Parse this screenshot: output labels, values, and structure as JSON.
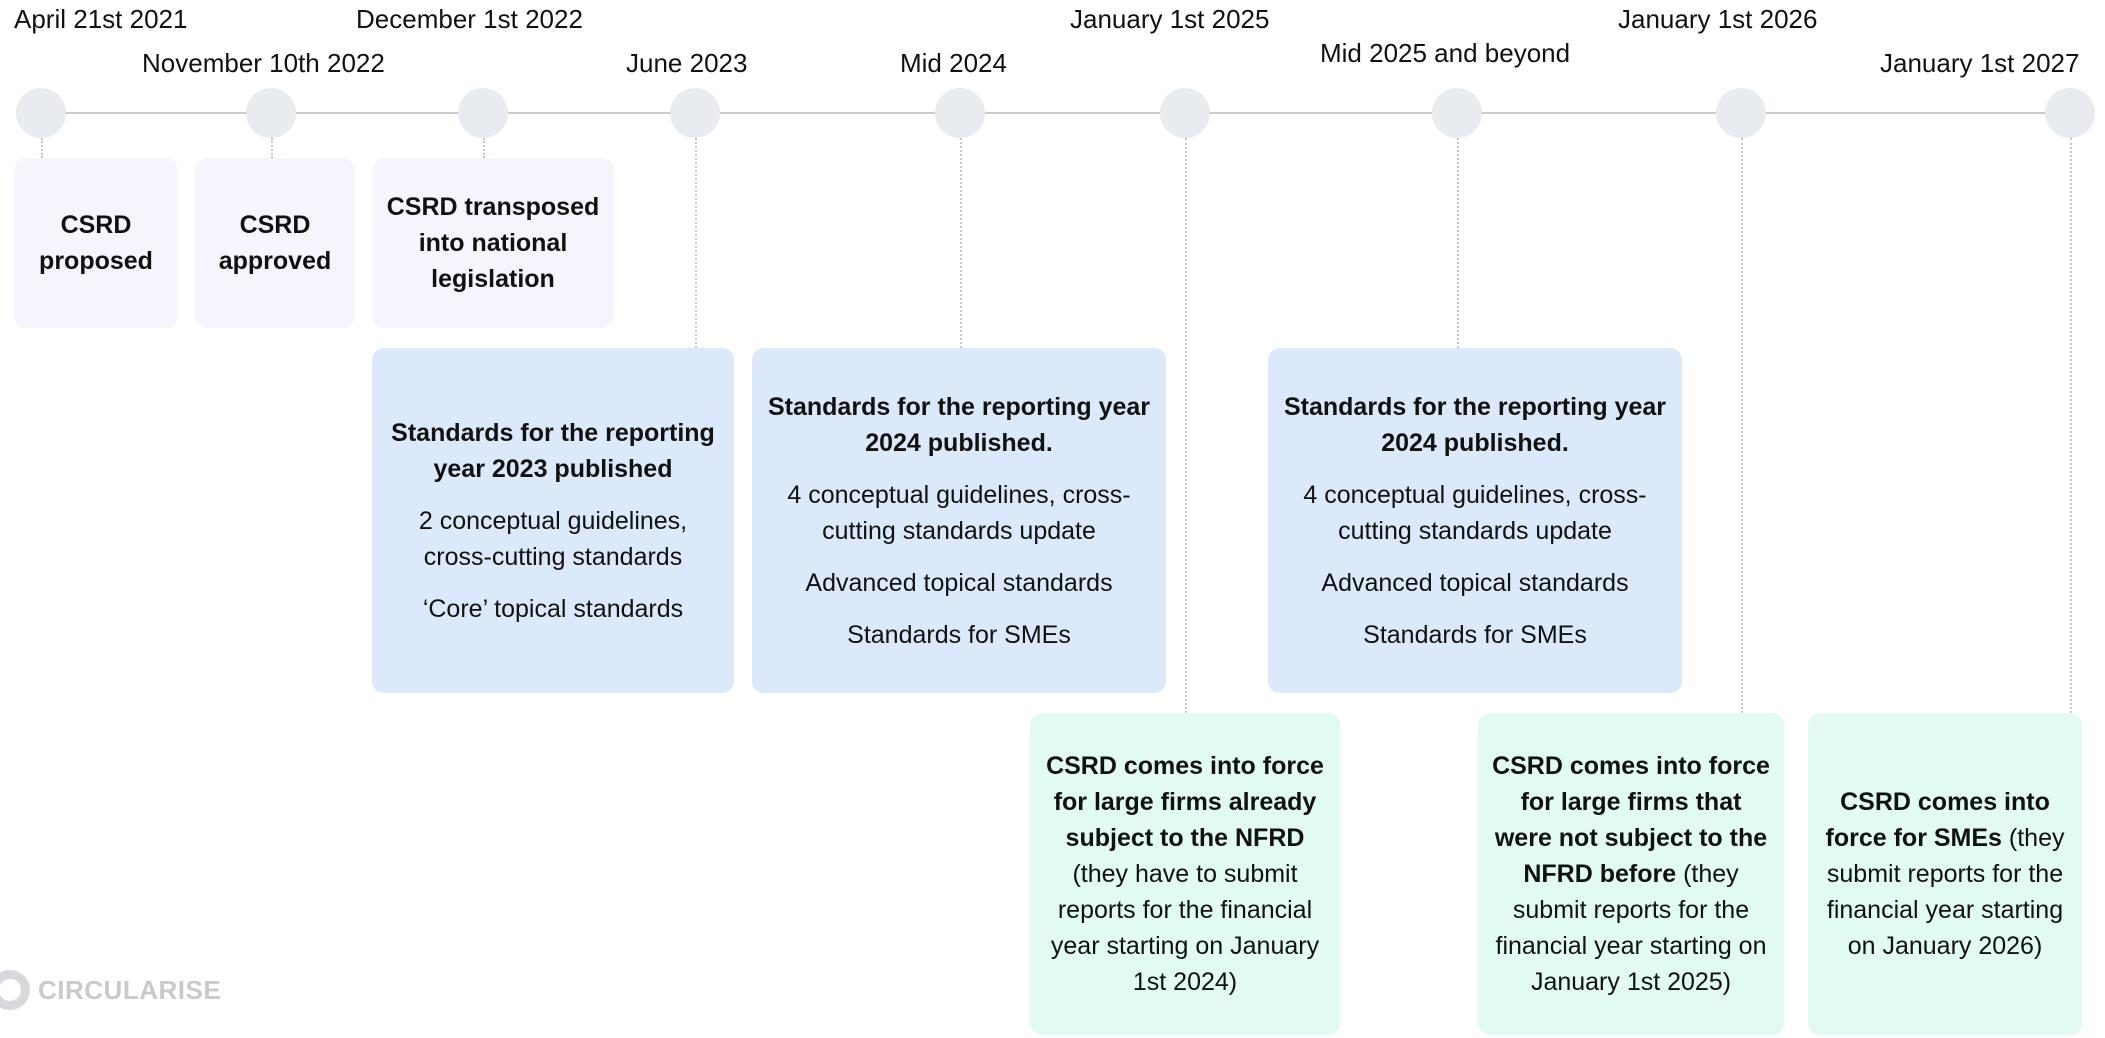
{
  "timeline": {
    "dates": [
      "April 21st 2021",
      "November 10th 2022",
      "December 1st 2022",
      "June 2023",
      "Mid 2024",
      "January 1st 2025",
      "Mid 2025 and beyond",
      "January 1st 2026",
      "January 1st 2027"
    ]
  },
  "events": {
    "proposed": {
      "title": "CSRD proposed"
    },
    "approved": {
      "title": "CSRD approved"
    },
    "transposed": {
      "title": "CSRD transposed into national legislation"
    },
    "standards_2023": {
      "title": "Standards for the reporting year 2023 published",
      "line1": "2 conceptual guidelines, cross-cutting standards",
      "line2": "‘Core’ topical standards"
    },
    "standards_2024a": {
      "title": "Standards for the reporting year 2024 published.",
      "line1": "4 conceptual guidelines, cross-cutting standards update",
      "line2": "Advanced topical standards",
      "line3": "Standards for SMEs"
    },
    "standards_2024b": {
      "title": "Standards for the reporting year 2024 published.",
      "line1": "4 conceptual guidelines, cross-cutting standards update",
      "line2": "Advanced topical standards",
      "line3": "Standards for SMEs"
    },
    "force_nfrd": {
      "bold": "CSRD comes into force for large firms already subject to the NFRD",
      "rest": " (they have to submit reports for the financial year starting on January 1st 2024)"
    },
    "force_non_nfrd": {
      "bold": "CSRD comes into force for large firms that were not subject to the NFRD before",
      "rest": " (they submit reports for the financial year starting on January 1st 2025)"
    },
    "force_smes": {
      "bold": "CSRD comes into force for SMEs",
      "rest": " (they submit reports for the financial year starting on January 2026)"
    }
  },
  "branding": {
    "logo_text": "CIRCULARISE",
    "logo_icon": "circle-ring-icon"
  },
  "colors": {
    "purple_box": "#f6f5fd",
    "blue_box": "#dce9fb",
    "green_box": "#e1fbf1",
    "node": "#e8ebef",
    "axis": "#c9cdd2"
  }
}
